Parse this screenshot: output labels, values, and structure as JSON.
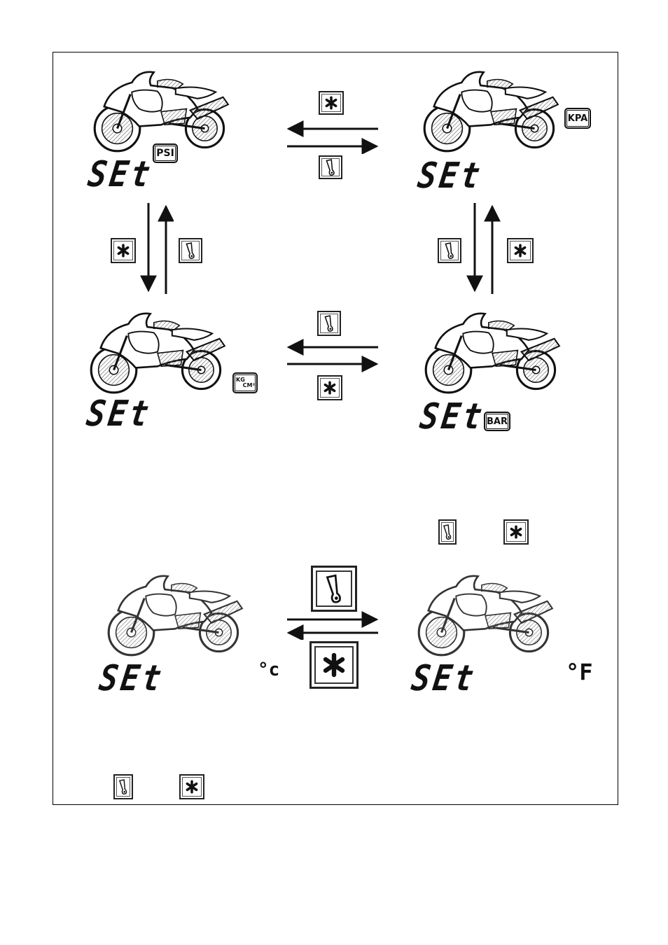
{
  "screens": {
    "psi": {
      "display": "SEt",
      "unit": "PSI"
    },
    "kpa": {
      "display": "SEt",
      "unit": "KPA"
    },
    "kgcm": {
      "display": "SEt",
      "unit_top": "KG",
      "unit_bottom": "CM²"
    },
    "bar": {
      "display": "SEt",
      "unit": "BAR"
    },
    "celsius": {
      "display": "SEt",
      "unit": "°c"
    },
    "fahrenheit": {
      "display": "SEt",
      "unit": "°F"
    }
  },
  "icons": {
    "set_button": "asterisk-icon",
    "mode_button": "wrench-icon"
  },
  "colors": {
    "line": "#111111",
    "hatch": "#777777"
  }
}
